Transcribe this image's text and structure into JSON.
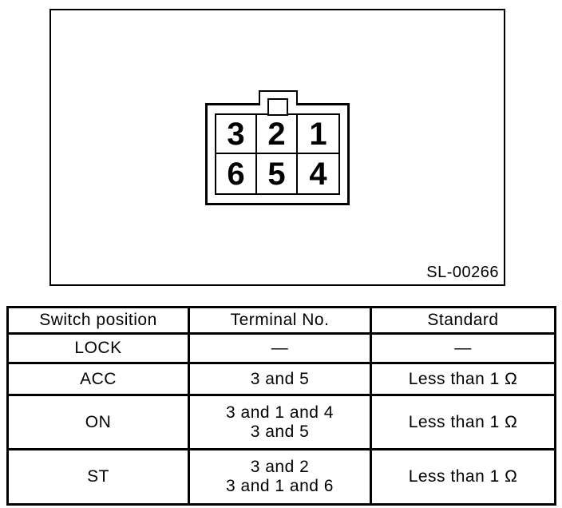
{
  "figure": {
    "code_label": "SL-00266",
    "connector": {
      "top_row": [
        "3",
        "2",
        "1"
      ],
      "bottom_row": [
        "6",
        "5",
        "4"
      ]
    }
  },
  "spec_table": {
    "headers": [
      "Switch position",
      "Terminal No.",
      "Standard"
    ],
    "rows": [
      {
        "position": "LOCK",
        "terminal_lines": [
          "—"
        ],
        "standard": "—"
      },
      {
        "position": "ACC",
        "terminal_lines": [
          "3 and 5"
        ],
        "standard": "Less than 1 Ω"
      },
      {
        "position": "ON",
        "terminal_lines": [
          "3 and 1 and 4",
          "3 and 5"
        ],
        "standard": "Less than 1 Ω"
      },
      {
        "position": "ST",
        "terminal_lines": [
          "3 and 2",
          "3 and 1 and 6"
        ],
        "standard": "Less than 1 Ω"
      }
    ]
  },
  "colors": {
    "line": "#000000",
    "background": "#ffffff"
  }
}
